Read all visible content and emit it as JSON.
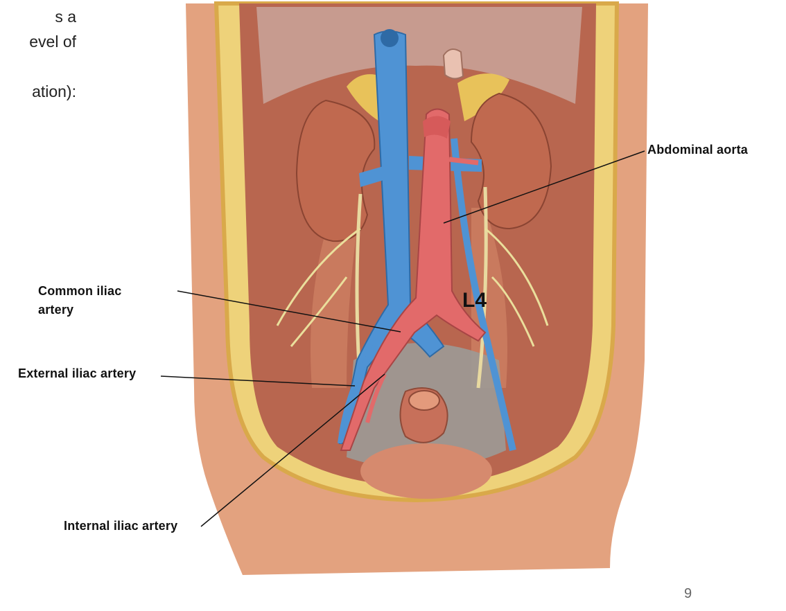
{
  "slide": {
    "text_lines": [
      "s a",
      "evel of",
      "",
      "ation):"
    ],
    "page_number": "9"
  },
  "labels": {
    "abdominal_aorta": "Abdominal aorta",
    "common_iliac": [
      "Common iliac",
      "artery"
    ],
    "external_iliac": "External iliac artery",
    "internal_iliac": "Internal iliac artery",
    "vertebral_level": "L4"
  },
  "colors": {
    "artery": "#e26a6a",
    "vein": "#4f93d4",
    "kidney": "#c0694f",
    "fat": "#e8c25a",
    "muscle": "#b8664f",
    "skin": "#e3a27f",
    "label_line": "#111111"
  }
}
